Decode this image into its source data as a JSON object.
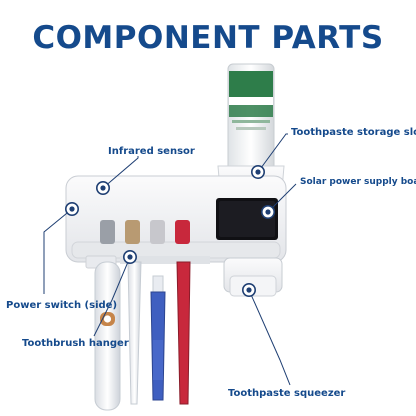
{
  "title": "COMPONENT PARTS",
  "labels": {
    "infrared_sensor": "Infrared sensor",
    "toothpaste_slot": "Toothpaste storage slot",
    "solar_board": "Solar power supply board",
    "power_switch": "Power switch (side)",
    "toothbrush_hanger": "Toothbrush hanger",
    "toothpaste_squeezer": "Toothpaste squeezer"
  },
  "colors": {
    "title": "#154a8c",
    "label": "#154a8c",
    "leader": "#1f3f73",
    "device_body": "#f2f3f5",
    "solar_panel": "#101014",
    "tube_cap_green": "#2e7d4a",
    "brush_red": "#c8283c",
    "brush_blue": "#3f5fc0",
    "brush_white": "#e9ecf1"
  },
  "icons": [
    "marker-dot-icon"
  ]
}
